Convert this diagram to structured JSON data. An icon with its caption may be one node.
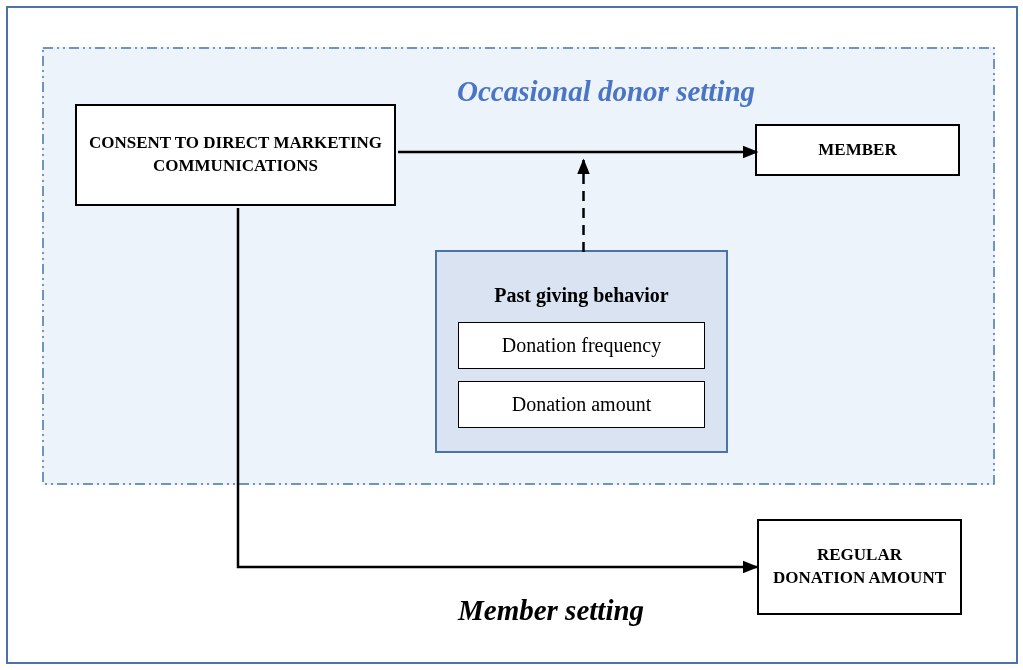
{
  "diagram": {
    "nodes": [
      {
        "text": [
          "Member setting"
        ]
      },
      {
        "text": [
          "Occasional donor setting"
        ],
        "in": 0
      },
      {
        "text": [
          "CONSENT TO DIRECT MARKETING COMMUNICATIONS"
        ],
        "in": 1
      },
      {
        "text": [
          "MEMBER"
        ],
        "in": 1
      },
      {
        "text": [
          "Past giving behavior"
        ],
        "in": 1
      },
      {
        "text": [
          "Donation frequency"
        ],
        "in": 4
      },
      {
        "text": [
          "Donation amount"
        ],
        "in": 4
      },
      {
        "text": [
          "REGULAR DONATION AMOUNT"
        ],
        "in": 0
      }
    ],
    "edges": [
      {
        "from": 2,
        "to": 3,
        "arrow": "to"
      },
      {
        "from": 4,
        "to": null,
        "arrow": "to",
        "style": "dashed"
      },
      {
        "from": 2,
        "to": 7,
        "arrow": "to"
      }
    ]
  }
}
